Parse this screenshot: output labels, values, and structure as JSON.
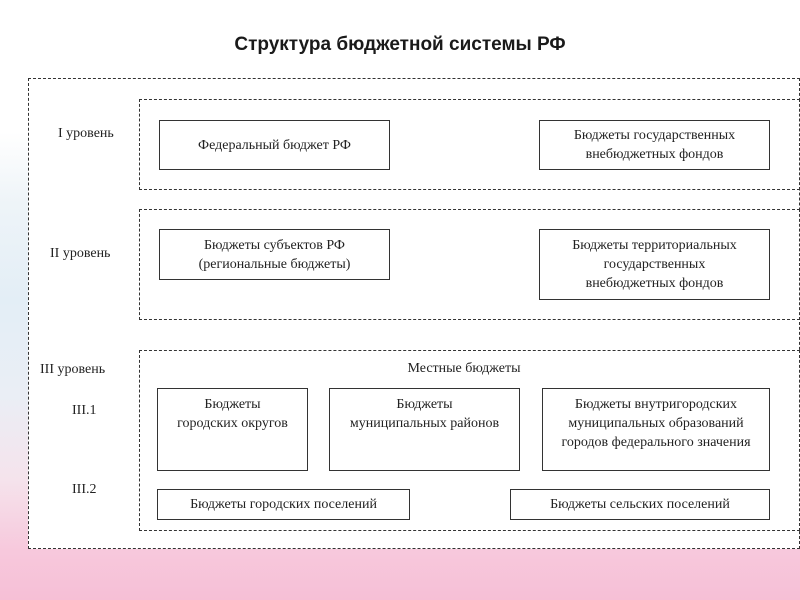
{
  "title": "Структура бюджетной системы РФ",
  "levels": {
    "l1": "I уровень",
    "l2": "II уровень",
    "l3": "III уровень",
    "l31": "III.1",
    "l32": "III.2"
  },
  "level1": {
    "federal": "Федеральный бюджет РФ",
    "state_funds": "Бюджеты государственных\nвнебюджетных фондов"
  },
  "level2": {
    "regional": "Бюджеты субъектов РФ\n(региональные бюджеты)",
    "territorial_funds": "Бюджеты территориальных\nгосударственных\nвнебюджетных фондов"
  },
  "level3": {
    "header": "Местные бюджеты",
    "city_districts": "Бюджеты\nгородских округов",
    "municipal_districts": "Бюджеты\nмуниципальных районов",
    "intracity": "Бюджеты внутригородских\nмуниципальных образований\nгородов федерального значения",
    "urban_settlements": "Бюджеты городских поселений",
    "rural_settlements": "Бюджеты сельских поселений"
  }
}
